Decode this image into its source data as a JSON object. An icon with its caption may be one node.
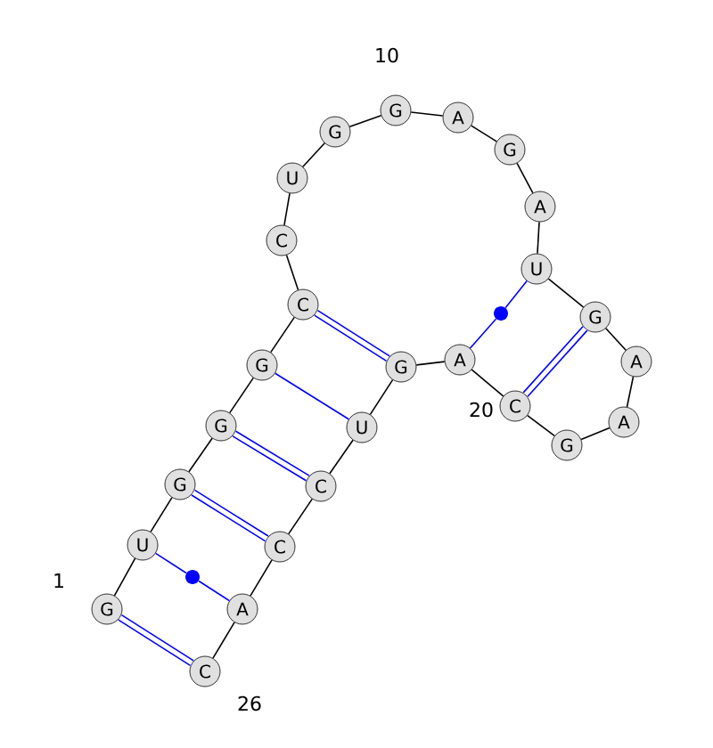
{
  "diagram": {
    "nodes": [
      {
        "text": [
          "G"
        ]
      },
      {
        "text": [
          "U"
        ]
      },
      {
        "text": [
          "G"
        ]
      },
      {
        "text": [
          "G"
        ]
      },
      {
        "text": [
          "G"
        ]
      },
      {
        "text": [
          "C"
        ]
      },
      {
        "text": [
          "C"
        ]
      },
      {
        "text": [
          "U"
        ]
      },
      {
        "text": [
          "G"
        ]
      },
      {
        "text": [
          "G"
        ]
      },
      {
        "text": [
          "A"
        ]
      },
      {
        "text": [
          "G"
        ]
      },
      {
        "text": [
          "A"
        ]
      },
      {
        "text": [
          "U"
        ]
      },
      {
        "text": [
          "G"
        ]
      },
      {
        "text": [
          "A"
        ]
      },
      {
        "text": [
          "A"
        ]
      },
      {
        "text": [
          "G"
        ]
      },
      {
        "text": [
          "C"
        ]
      },
      {
        "text": [
          "A"
        ]
      },
      {
        "text": [
          "G"
        ]
      },
      {
        "text": [
          "U"
        ]
      },
      {
        "text": [
          "C"
        ]
      },
      {
        "text": [
          "C"
        ]
      },
      {
        "text": [
          "A"
        ]
      },
      {
        "text": [
          "C"
        ]
      },
      {
        "text": [],
        "shape": "circle"
      },
      {
        "text": [],
        "shape": "circle"
      }
    ],
    "edges": [
      {
        "from": 0,
        "to": 1,
        "arrow": "none"
      },
      {
        "from": 1,
        "to": 2,
        "arrow": "none"
      },
      {
        "from": 2,
        "to": 3,
        "arrow": "none"
      },
      {
        "from": 3,
        "to": 4,
        "arrow": "none"
      },
      {
        "from": 4,
        "to": 5,
        "arrow": "none"
      },
      {
        "from": 5,
        "to": 6,
        "arrow": "none"
      },
      {
        "from": 6,
        "to": 7,
        "arrow": "none"
      },
      {
        "from": 7,
        "to": 8,
        "arrow": "none"
      },
      {
        "from": 8,
        "to": 9,
        "arrow": "none"
      },
      {
        "from": 9,
        "to": 10,
        "arrow": "none"
      },
      {
        "from": 10,
        "to": 11,
        "arrow": "none"
      },
      {
        "from": 11,
        "to": 12,
        "arrow": "none"
      },
      {
        "from": 12,
        "to": 13,
        "arrow": "none"
      },
      {
        "from": 13,
        "to": 14,
        "arrow": "none"
      },
      {
        "from": 14,
        "to": 15,
        "arrow": "none"
      },
      {
        "from": 15,
        "to": 16,
        "arrow": "none"
      },
      {
        "from": 16,
        "to": 17,
        "arrow": "none"
      },
      {
        "from": 17,
        "to": 18,
        "arrow": "none"
      },
      {
        "from": 18,
        "to": 19,
        "arrow": "none"
      },
      {
        "from": 19,
        "to": 20,
        "arrow": "none"
      },
      {
        "from": 20,
        "to": 21,
        "arrow": "none"
      },
      {
        "from": 21,
        "to": 22,
        "arrow": "none"
      },
      {
        "from": 22,
        "to": 23,
        "arrow": "none"
      },
      {
        "from": 23,
        "to": 24,
        "arrow": "none"
      },
      {
        "from": 24,
        "to": 25,
        "arrow": "none"
      },
      {
        "from": 0,
        "to": 25,
        "arrow": "none",
        "style": "thick",
        "color": "#0000ff"
      },
      {
        "from": 1,
        "to": 26,
        "arrow": "none",
        "color": "#0000ff"
      },
      {
        "from": 26,
        "to": 24,
        "arrow": "none",
        "color": "#0000ff"
      },
      {
        "from": 2,
        "to": 23,
        "arrow": "none",
        "style": "thick",
        "color": "#0000ff"
      },
      {
        "from": 3,
        "to": 22,
        "arrow": "none",
        "style": "thick",
        "color": "#0000ff"
      },
      {
        "from": 4,
        "to": 21,
        "arrow": "none",
        "color": "#0000ff"
      },
      {
        "from": 5,
        "to": 20,
        "arrow": "none",
        "style": "thick",
        "color": "#0000ff"
      },
      {
        "from": 13,
        "to": 27,
        "arrow": "none",
        "color": "#0000ff"
      },
      {
        "from": 27,
        "to": 19,
        "arrow": "none",
        "color": "#0000ff"
      },
      {
        "from": 14,
        "to": 18,
        "arrow": "none",
        "style": "thick",
        "color": "#0000ff"
      }
    ],
    "labels": [
      "10",
      "20",
      "1",
      "26"
    ]
  }
}
